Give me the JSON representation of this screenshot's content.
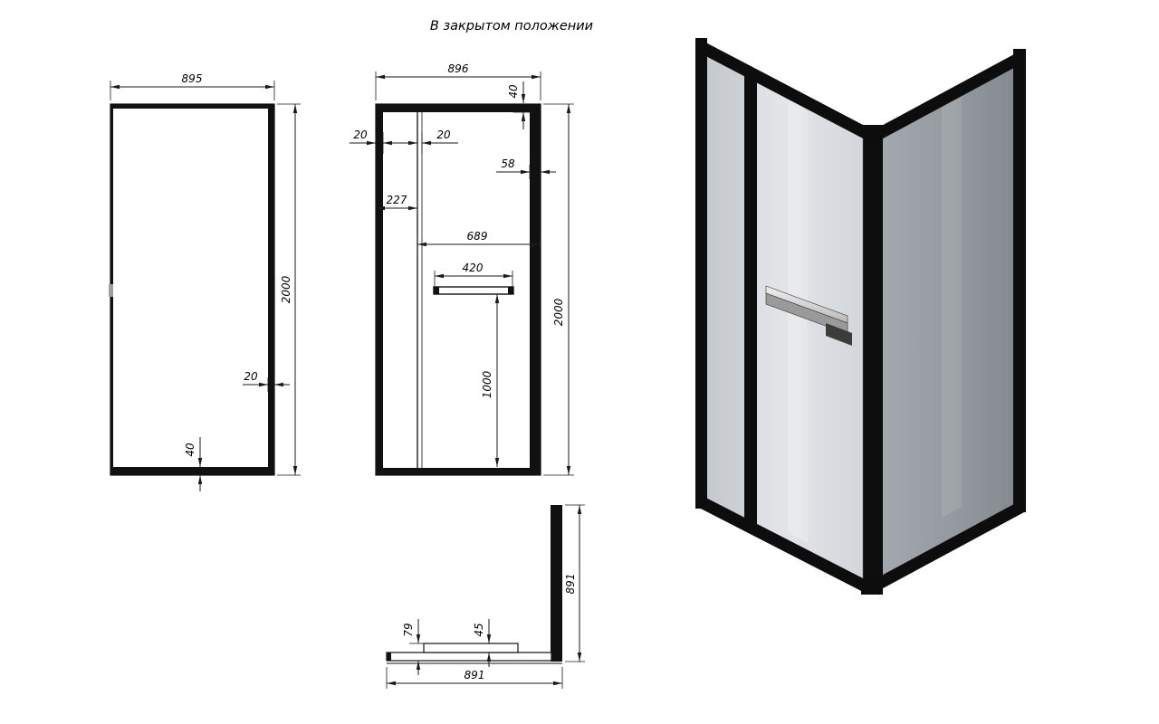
{
  "title": "В закрытом положении",
  "dims": {
    "side": {
      "width": "895",
      "height": "2000",
      "profile": "20",
      "bottom_profile": "40"
    },
    "front": {
      "width": "896",
      "top_profile": "40",
      "wall_profile": "20",
      "overlap": "20",
      "right_profile": "58",
      "fixed_panel": "227",
      "door": "689",
      "handle_width": "420",
      "handle_height": "1000",
      "height": "2000"
    },
    "plan": {
      "depth": "891",
      "width": "891",
      "tray_height": "79",
      "profile_depth": "45"
    }
  }
}
